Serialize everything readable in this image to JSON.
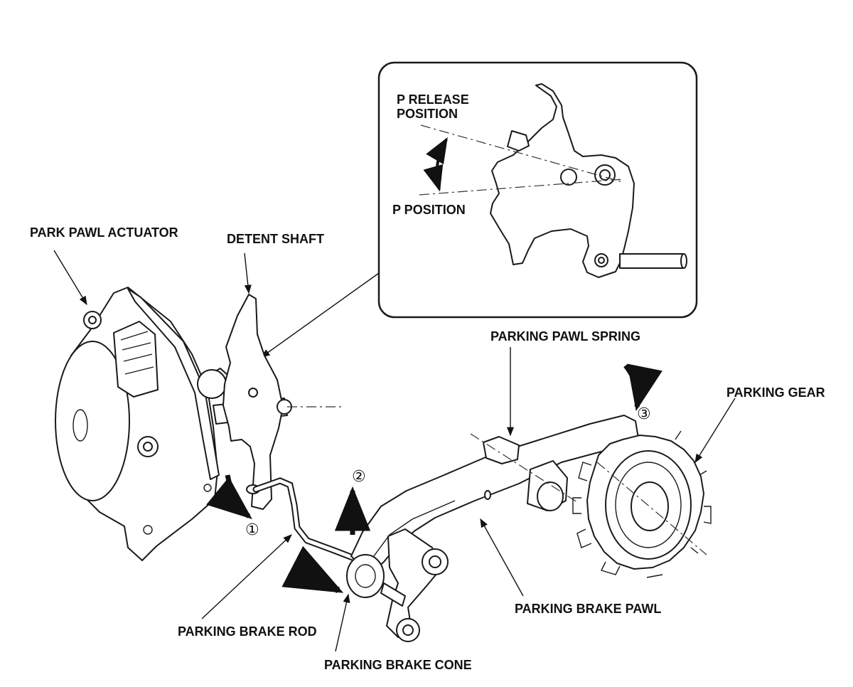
{
  "labels": {
    "park_pawl_actuator": "PARK PAWL ACTUATOR",
    "detent_shaft": "DETENT SHAFT",
    "p_release_line1": "P RELEASE",
    "p_release_line2": "POSITION",
    "p_position": "P POSITION",
    "parking_pawl_spring": "PARKING PAWL SPRING",
    "parking_gear": "PARKING GEAR",
    "parking_brake_pawl": "PARKING BRAKE PAWL",
    "parking_brake_rod": "PARKING BRAKE ROD",
    "parking_brake_cone": "PARKING BRAKE CONE"
  },
  "steps": {
    "step1": "①",
    "step2": "②",
    "step3": "③"
  },
  "colors": {
    "line": "#1a1a1a",
    "background": "#ffffff"
  }
}
